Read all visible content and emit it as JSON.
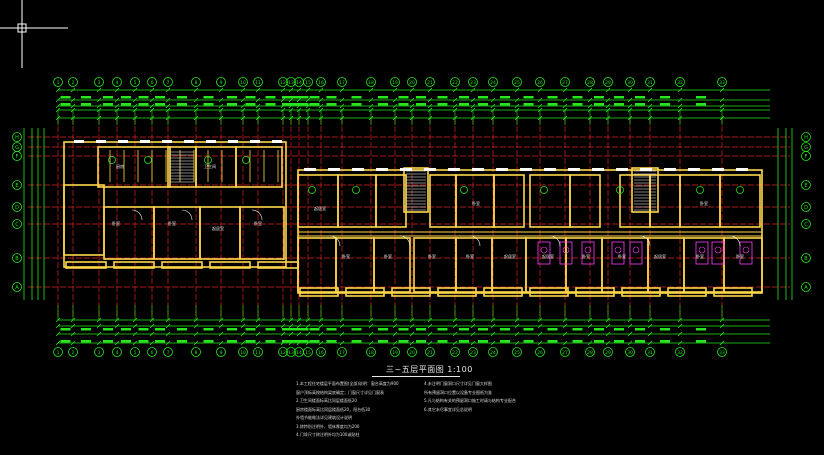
{
  "drawing": {
    "title": "三~五层平面图 1:100",
    "colors": {
      "background": "#000000",
      "walls": "#ffd84a",
      "dimensions": "#27e61d",
      "axis_lines": "#e02020",
      "text": "#e8e8e8",
      "furniture": "#ff3dff",
      "crosshair": "#ffffff"
    },
    "axis_top": [
      "1",
      "2",
      "3",
      "4",
      "5",
      "6",
      "7",
      "8",
      "9",
      "10",
      "11",
      "12",
      "13",
      "14",
      "15",
      "16",
      "17",
      "18",
      "19",
      "20",
      "21",
      "22",
      "23",
      "24",
      "25",
      "26",
      "27",
      "28",
      "29",
      "30",
      "31",
      "32",
      "33"
    ],
    "axis_left": [
      "H",
      "G",
      "F",
      "E",
      "D",
      "C",
      "B",
      "A"
    ],
    "axis_right": [
      "H",
      "G",
      "F",
      "E",
      "D",
      "C",
      "B",
      "A"
    ],
    "room_labels": [
      "卧室",
      "卧室",
      "起居室",
      "厨房",
      "卫生间",
      "卧室",
      "起居室",
      "卧室",
      "卧室",
      "卧室",
      "卧室",
      "起居室",
      "起居室",
      "卧室",
      "卧室",
      "起居室",
      "卧室",
      "卧室",
      "卧室",
      "卧室"
    ],
    "notes_left": [
      "1.本工程住宅楼层平面布置图(全部)说明：窗台高度为900",
      "  窗户顶标高按结构梁底确定；门窗尺寸详见门窗表",
      "2.卫生间楼面标高比同层楼面低20",
      "  厨房楼面标高比同层楼面低20，阳台低30",
      "  外墙节能做法详见建筑设计说明",
      "3.除特别注明外，墙体厚度均为200",
      "4.门垛尺寸除注明外均为100或贴柱"
    ],
    "notes_right": [
      "4.未注明门窗洞口尺寸详见门窗大样图",
      "  所有预留洞口位置以设备专业图纸为准",
      "5.凡与结构有关的预留洞口施工时请与结构专业配合",
      "6.其它未尽事宜详见总说明"
    ]
  }
}
